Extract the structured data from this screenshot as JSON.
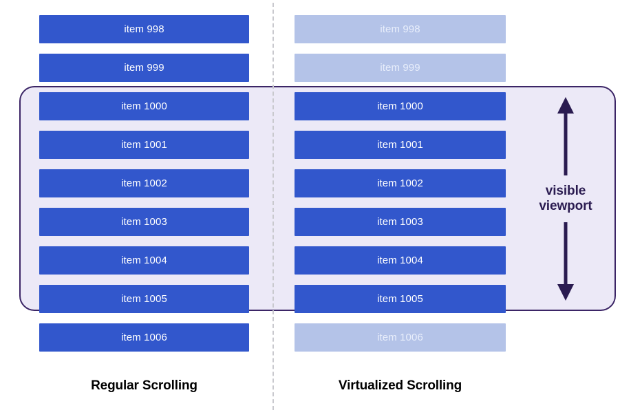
{
  "diagram": {
    "title": "Regular Scrolling vs Virtualized Scrolling",
    "colors": {
      "item_active": "#3257CC",
      "item_faded": "#B4C3E8",
      "viewport_fill": "#ECE9F7",
      "viewport_border": "#3B2566",
      "arrow": "#2A1B50",
      "divider": "#C9C9CE",
      "caption": "#000000",
      "background": "#FFFFFF"
    },
    "columns": [
      {
        "id": "regular",
        "caption": "Regular Scrolling",
        "items": [
          {
            "label": "item 998",
            "state": "rendered"
          },
          {
            "label": "item 999",
            "state": "rendered"
          },
          {
            "label": "item 1000",
            "state": "rendered"
          },
          {
            "label": "item 1001",
            "state": "rendered"
          },
          {
            "label": "item 1002",
            "state": "rendered"
          },
          {
            "label": "item 1003",
            "state": "rendered"
          },
          {
            "label": "item 1004",
            "state": "rendered"
          },
          {
            "label": "item 1005",
            "state": "rendered"
          },
          {
            "label": "item 1006",
            "state": "rendered"
          }
        ]
      },
      {
        "id": "virtualized",
        "caption": "Virtualized Scrolling",
        "items": [
          {
            "label": "item 998",
            "state": "not-rendered"
          },
          {
            "label": "item 999",
            "state": "not-rendered"
          },
          {
            "label": "item 1000",
            "state": "rendered"
          },
          {
            "label": "item 1001",
            "state": "rendered"
          },
          {
            "label": "item 1002",
            "state": "rendered"
          },
          {
            "label": "item 1003",
            "state": "rendered"
          },
          {
            "label": "item 1004",
            "state": "rendered"
          },
          {
            "label": "item 1005",
            "state": "rendered"
          },
          {
            "label": "item 1006",
            "state": "not-rendered"
          }
        ]
      }
    ],
    "annotation": {
      "line1": "visible",
      "line2": "viewport",
      "arrow": "double-headed-vertical-arrow"
    }
  }
}
